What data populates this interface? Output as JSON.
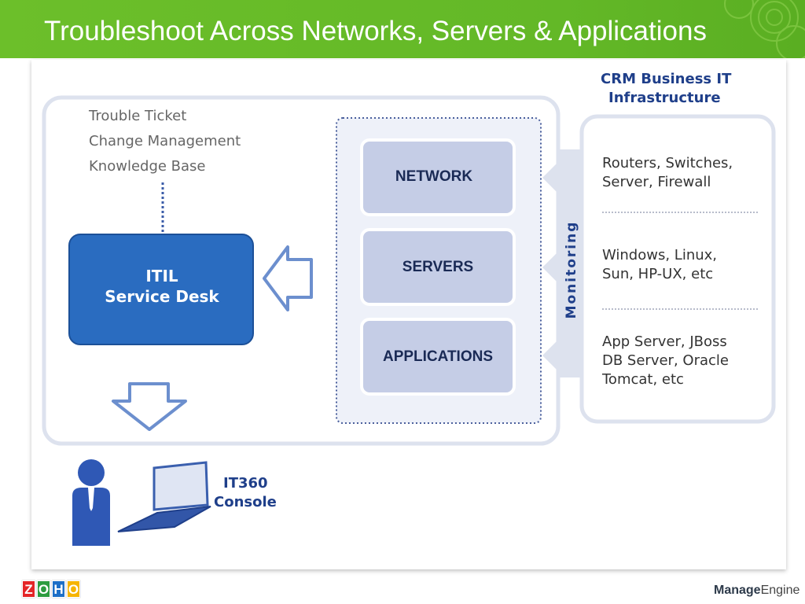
{
  "title": "Troubleshoot Across Networks, Servers & Applications",
  "left_panel": {
    "list": [
      "Trouble Ticket",
      "Change Management",
      "Knowledge Base"
    ],
    "itil": {
      "line1": "ITIL",
      "line2": "Service Desk"
    },
    "console": {
      "line1": "IT360",
      "line2": "Console"
    }
  },
  "middle_panel": {
    "boxes": [
      "NETWORK",
      "SERVERS",
      "APPLICATIONS"
    ],
    "monitoring": "Monitoring"
  },
  "right_panel": {
    "header": {
      "line1": "CRM Business IT",
      "line2": "Infrastructure"
    },
    "groups": [
      [
        "Routers, Switches,",
        "Server, Firewall"
      ],
      [
        "Windows, Linux,",
        "Sun, HP-UX, etc"
      ],
      [
        "App Server, JBoss",
        "DB Server, Oracle",
        "Tomcat, etc"
      ]
    ]
  },
  "footer": {
    "zoho": [
      "Z",
      "O",
      "H",
      "O"
    ],
    "zoho_colors": [
      "#e42527",
      "#2c9b3f",
      "#1e6fc7",
      "#f6b400"
    ],
    "brand_strong": "Manage",
    "brand_rest": "Engine"
  },
  "colors": {
    "header_green": "#63b827",
    "itil_blue": "#2a6cc0",
    "box_fill": "#c5cde6",
    "panel_border": "#dde2ee",
    "text_navy": "#1f3f8a",
    "figure_blue": "#2f58b5"
  }
}
